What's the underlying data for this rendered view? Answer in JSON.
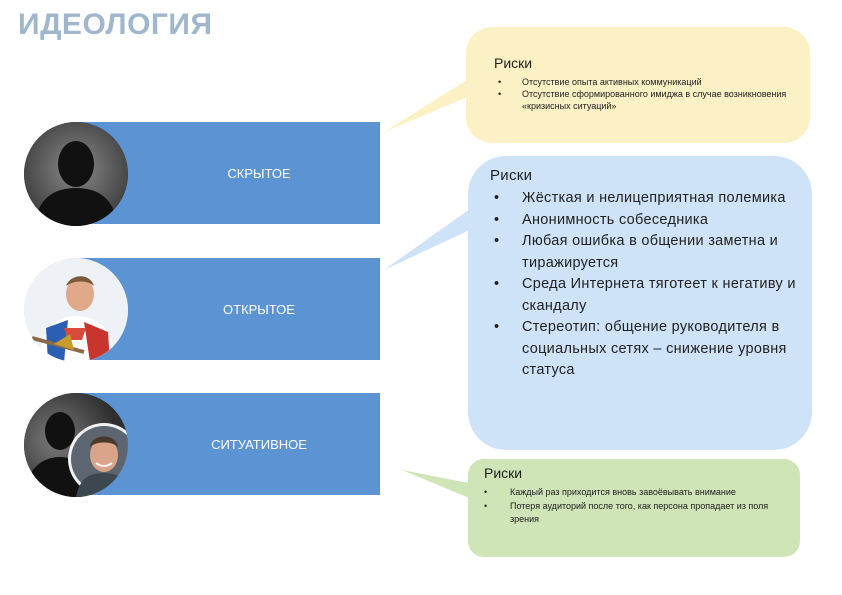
{
  "title": "ИДЕОЛОГИЯ",
  "bands": [
    {
      "label": "СКРЫТОЕ"
    },
    {
      "label": "ОТКРЫТОЕ"
    },
    {
      "label": "СИТУАТИВНОЕ"
    }
  ],
  "callouts": {
    "hidden": {
      "heading": "Риски",
      "items": [
        "Отсутствие опыта активных коммуникаций",
        "Отсутствие сформированного имиджа в случае возникновения «кризисных ситуаций»"
      ],
      "color": "#fcf1c4"
    },
    "open": {
      "heading": "Риски",
      "items": [
        "Жёсткая и нелицеприятная полемика",
        "Анонимность собеседника",
        "Любая ошибка в общении заметна и тиражируется",
        "Среда Интернета тяготеет к негативу и скандалу",
        "Стереотип: общение руководителя в социальных сетях – снижение уровня статуса"
      ],
      "color": "#cfe3f8"
    },
    "situational": {
      "heading": "Риски",
      "items": [
        "Каждый раз приходится вновь завоёвывать внимание",
        "Потеря аудиторий после того, как персона пропадает из поля зрения"
      ],
      "color": "#cfe4b7"
    }
  },
  "band_color": "#5b93d3",
  "icons": [
    "silhouette-avatar-icon",
    "hockey-player-photo",
    "silhouette-with-man-photo"
  ]
}
